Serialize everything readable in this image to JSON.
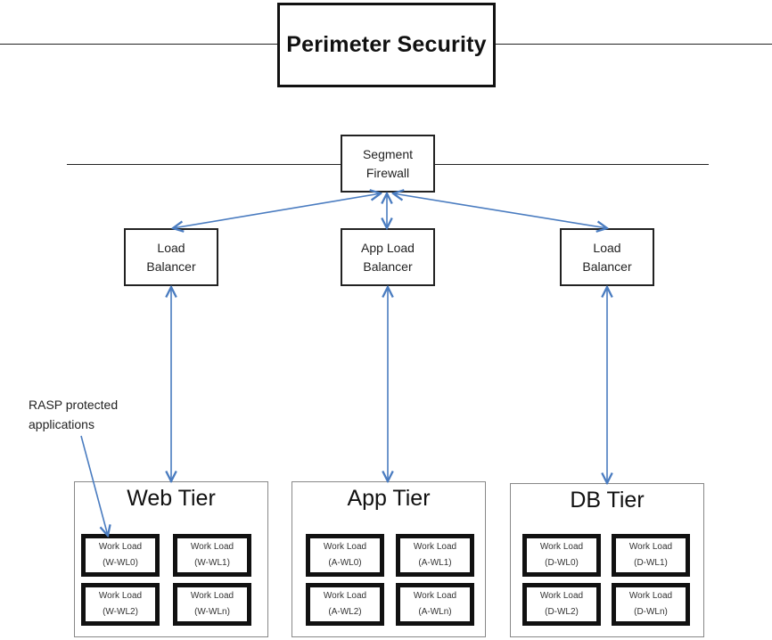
{
  "perimeter": {
    "title": "Perimeter Security"
  },
  "segment_firewall": {
    "line1": "Segment",
    "line2": "Firewall"
  },
  "load_balancers": [
    {
      "line1": "Load",
      "line2": "Balancer"
    },
    {
      "line1": "App Load",
      "line2": "Balancer"
    },
    {
      "line1": "Load",
      "line2": "Balancer"
    }
  ],
  "annotation": {
    "line1": "RASP protected",
    "line2": "applications"
  },
  "tiers": [
    {
      "title": "Web Tier",
      "workloads": [
        {
          "label": "Work Load",
          "id": "(W-WL0)"
        },
        {
          "label": "Work Load",
          "id": "(W-WL1)"
        },
        {
          "label": "Work Load",
          "id": "(W-WL2)"
        },
        {
          "label": "Work Load",
          "id": "(W-WLn)"
        }
      ]
    },
    {
      "title": "App Tier",
      "workloads": [
        {
          "label": "Work Load",
          "id": "(A-WL0)"
        },
        {
          "label": "Work Load",
          "id": "(A-WL1)"
        },
        {
          "label": "Work Load",
          "id": "(A-WL2)"
        },
        {
          "label": "Work Load",
          "id": "(A-WLn)"
        }
      ]
    },
    {
      "title": "DB Tier",
      "workloads": [
        {
          "label": "Work Load",
          "id": "(D-WL0)"
        },
        {
          "label": "Work Load",
          "id": "(D-WL1)"
        },
        {
          "label": "Work Load",
          "id": "(D-WL2)"
        },
        {
          "label": "Work Load",
          "id": "(D-WLn)"
        }
      ]
    }
  ],
  "colors": {
    "connector": "#4a7cc0",
    "border": "#222222",
    "tier_border": "#888888"
  }
}
